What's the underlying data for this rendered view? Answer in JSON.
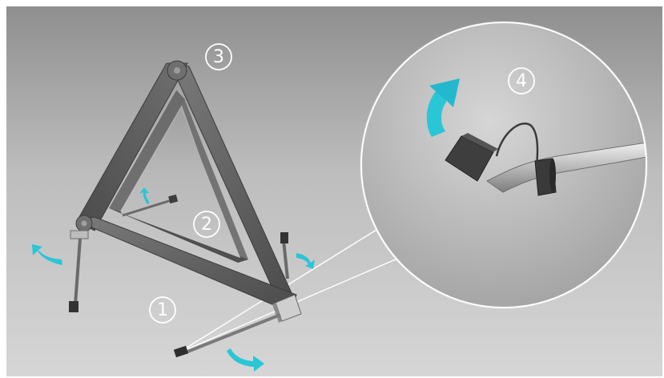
{
  "figure": {
    "description_visible": false,
    "steps": [
      {
        "label": "①"
      },
      {
        "label": "②"
      },
      {
        "label": "③"
      },
      {
        "label": "④"
      }
    ]
  },
  "colors": {
    "background_light": "#c9c9c9",
    "background_dark": "#8f8f8f",
    "frame_dark": "#4a4a4a",
    "frame_mid": "#6b6b6b",
    "frame_light": "#8a8a8a",
    "arrow_cyan": "#29c6d6",
    "arrow_cyan_dark": "#1a9fb3",
    "callout_white": "#ffffff",
    "rod_light": "#d6d6d6",
    "rod_dark": "#8f8f8f",
    "grip_dark": "#2f2f2f"
  },
  "icons": [
    "rotate-arrow-icon",
    "hinge-icon",
    "rubber-foot-icon"
  ]
}
